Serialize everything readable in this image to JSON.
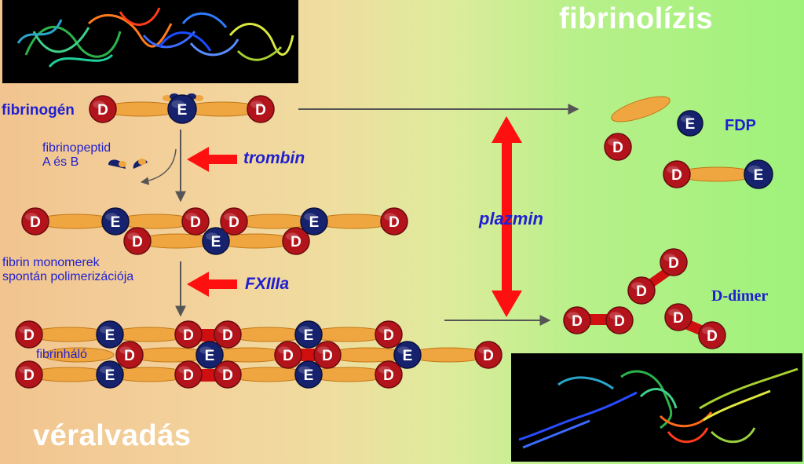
{
  "labels": {
    "fibrinolysis_title": "fibrinolízis",
    "coagulation_title": "véralvadás",
    "fibrinogen": "fibrinogén",
    "fibrinopeptide_line1": "fibrinopeptid",
    "fibrinopeptide_line2": "A és B",
    "thrombin": "trombin",
    "monomers_line1": "fibrin monomerek",
    "monomers_line2": "spontán polimerizációja",
    "fxiiia": "FXIIIa",
    "fibrin_mesh": "fibrinháló",
    "plasmin": "plazmin",
    "fdp": "FDP",
    "d_dimer": "D-dimer"
  },
  "domains": {
    "d": "D",
    "e": "E"
  },
  "colors": {
    "d_bead": "#b3141b",
    "e_bead": "#16226e",
    "rod": "#f0a640",
    "arrow_red": "#ff1010",
    "label_blue": "#1f1fd0"
  },
  "icons": {
    "top_image": "protein-structure-fibrinogen",
    "bottom_image": "protein-structure-d-dimer"
  }
}
